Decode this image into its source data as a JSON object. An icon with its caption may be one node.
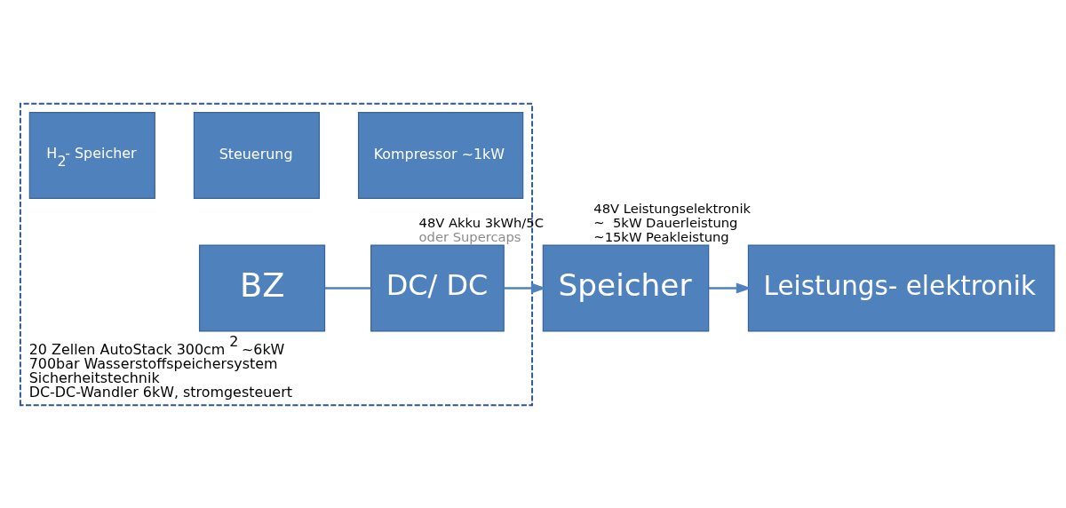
{
  "diagram": {
    "nodes": [
      {
        "text": [
          "20 Zellen AutoStack 300cm$^{2}$  ~6kW",
          "700bar Wasserstoffspeichersystem",
          "Sicherheitstechnik",
          "DC-DC-Wandler 6kW, stromgesteuert"
        ]
      },
      {
        "text": [
          "Steuerung"
        ],
        "in": 0
      },
      {
        "text": [
          "Kompressor ~1kW"
        ],
        "in": 0
      },
      {
        "text": [
          "H$_{2}$- Speicher"
        ],
        "in": 0
      },
      {
        "text": [
          "BZ"
        ],
        "in": 0
      },
      {
        "text": [
          "DC/ DC"
        ],
        "in": 0
      },
      {
        "text": [
          "Speicher"
        ],
        "beside": [
          "48V Akku 3kWh/5C",
          "oder Supercaps"
        ]
      },
      {
        "text": [
          "Leistungs- elektronik"
        ],
        "beside": [
          "48V Leistungselektronik",
          "~  5kW Dauerleistung",
          "~15kW Peakleistung"
        ]
      }
    ],
    "edges": [
      {
        "from": 4,
        "to": 5,
        "arrow": "none"
      },
      {
        "from": 5,
        "to": 6,
        "arrow": "to"
      },
      {
        "from": 6,
        "to": 7,
        "arrow": "to"
      }
    ]
  }
}
